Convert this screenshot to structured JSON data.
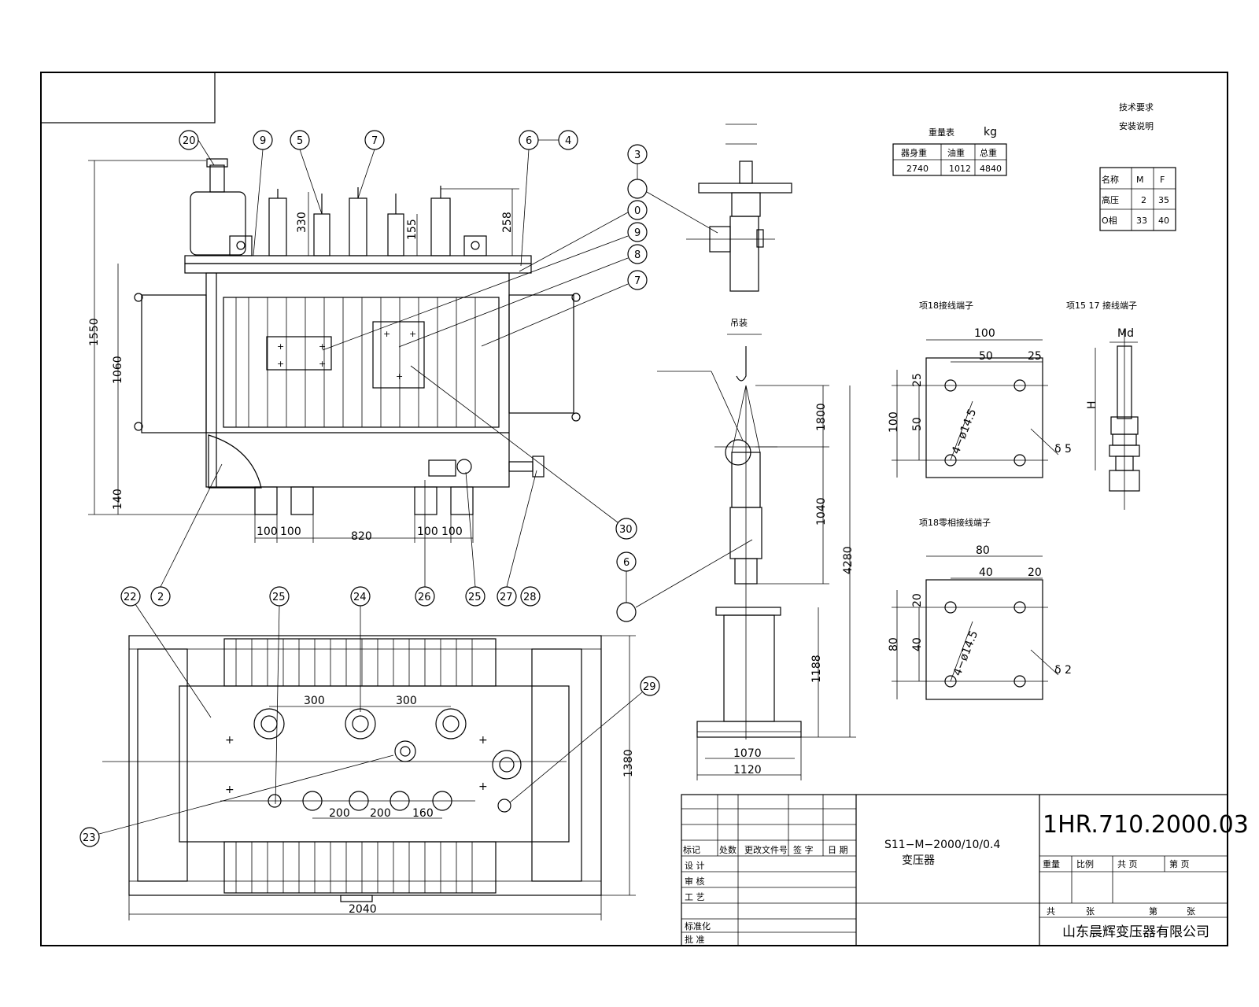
{
  "balloons_front": [
    "20",
    "9",
    "5",
    "7",
    "6",
    "4"
  ],
  "balloons_right": [
    "3",
    "0",
    "9",
    "8",
    "7",
    "30",
    "6"
  ],
  "balloons_bottom": [
    "22",
    "2",
    "25",
    "24",
    "26",
    "25",
    "27",
    "28"
  ],
  "balloons_plan": [
    "29",
    "23"
  ],
  "dims_front": {
    "h1550": "1550",
    "h1060": "1060",
    "h140": "140",
    "h330": "330",
    "h155": "155",
    "h258": "258",
    "w100a": "100",
    "w100b": "100",
    "w820": "820",
    "w100c": "100",
    "w100d": "100"
  },
  "dims_plan": {
    "w2040": "2040",
    "h1380": "1380",
    "s300a": "300",
    "s300b": "300",
    "s200a": "200",
    "s200b": "200",
    "s160": "160"
  },
  "dims_side": {
    "d1800": "1800",
    "d1040": "1040",
    "d4280": "4280",
    "d1188": "1188",
    "d1070": "1070",
    "d1120": "1120"
  },
  "terminal18": {
    "title": "项18接线端子",
    "w100": "100",
    "w50": "50",
    "w25": "25",
    "h100": "100",
    "h50": "50",
    "h25": "25",
    "hole": "4−ø14.5",
    "thk": "δ 5"
  },
  "terminal18n": {
    "title": "项18零相接线端子",
    "w80": "80",
    "w40": "40",
    "w20": "20",
    "h80": "80",
    "h40": "40",
    "h20": "20",
    "hole": "4−ø14.5",
    "thk": "δ 2"
  },
  "bolt": {
    "title": "项15 17 接线端子",
    "md": "Md",
    "h": "H"
  },
  "weight_table": {
    "title": "重量表",
    "unit": "kg",
    "headers": [
      "器身重",
      "油重",
      "总重"
    ],
    "values": [
      "2740",
      "1012",
      "4840"
    ]
  },
  "tech_req": {
    "title1": "技术要求",
    "title2": "安装说明"
  },
  "small_table": {
    "headers": [
      "名称",
      "M",
      "F"
    ],
    "rows": [
      [
        "高压",
        "2",
        "35"
      ],
      [
        "O相",
        "33",
        "40"
      ]
    ]
  },
  "side_label": "吊装",
  "title_block": {
    "drawing_no": "1HR.710.2000.03",
    "model": "S11−M−2000/10/0.4",
    "product": "变压器",
    "company": "山东晨辉变压器有限公司",
    "roles": [
      "设 计",
      "审 核",
      "工 艺",
      "标准化",
      "批 准"
    ],
    "cols": [
      "标记",
      "处数",
      "更改文件号",
      "签 字",
      "日 期"
    ],
    "meta": [
      "重量",
      "比例",
      "共 页",
      "第 页"
    ],
    "sheet": [
      "共",
      "张",
      "第",
      "张"
    ]
  }
}
